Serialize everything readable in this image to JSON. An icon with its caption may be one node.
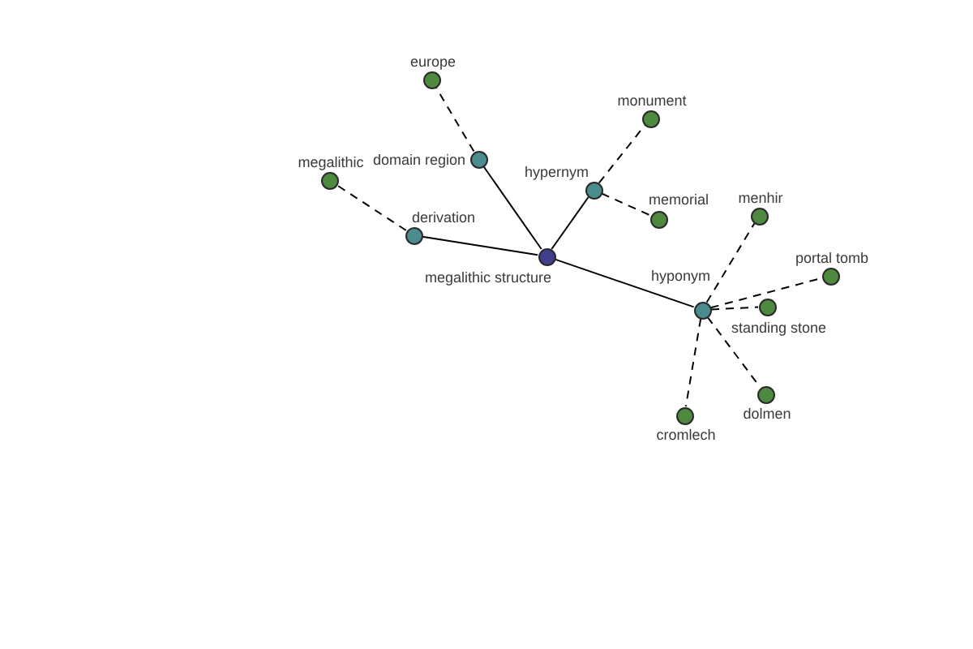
{
  "diagram": {
    "nodes": [
      {
        "text": [
          "europe"
        ]
      },
      {
        "text": [
          "monument"
        ]
      },
      {
        "text": [
          "domain region"
        ]
      },
      {
        "text": [
          "megalithic"
        ]
      },
      {
        "text": [
          "hypernym"
        ]
      },
      {
        "text": [
          "menhir"
        ]
      },
      {
        "text": [
          "memorial"
        ]
      },
      {
        "text": [
          "derivation"
        ]
      },
      {
        "text": [
          "megalithic structure"
        ]
      },
      {
        "text": [
          "portal tomb"
        ]
      },
      {
        "text": [
          "standing stone"
        ]
      },
      {
        "text": [
          "hyponym"
        ]
      },
      {
        "text": [
          "dolmen"
        ]
      },
      {
        "text": [
          "cromlech"
        ]
      }
    ],
    "edges": [
      {
        "from": 8,
        "to": 2,
        "arrow": "none"
      },
      {
        "from": 8,
        "to": 7,
        "arrow": "none"
      },
      {
        "from": 8,
        "to": 4,
        "arrow": "none"
      },
      {
        "from": 8,
        "to": 11,
        "arrow": "none"
      },
      {
        "from": 2,
        "to": 0,
        "arrow": "none",
        "style": "dashed"
      },
      {
        "from": 7,
        "to": 3,
        "arrow": "none",
        "style": "dashed"
      },
      {
        "from": 4,
        "to": 1,
        "arrow": "none",
        "style": "dashed"
      },
      {
        "from": 4,
        "to": 6,
        "arrow": "none",
        "style": "dashed"
      },
      {
        "from": 11,
        "to": 5,
        "arrow": "none",
        "style": "dashed"
      },
      {
        "from": 11,
        "to": 10,
        "arrow": "none",
        "style": "dashed"
      },
      {
        "from": 11,
        "to": 9,
        "arrow": "none",
        "style": "dashed"
      },
      {
        "from": 11,
        "to": 12,
        "arrow": "none",
        "style": "dashed"
      },
      {
        "from": 11,
        "to": 13,
        "arrow": "none",
        "style": "dashed"
      }
    ]
  }
}
